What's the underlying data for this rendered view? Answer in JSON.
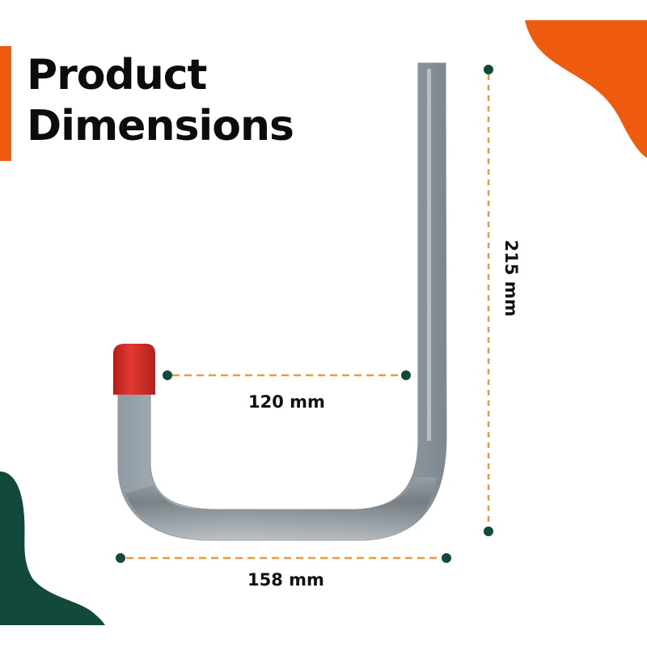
{
  "title": {
    "line1": "Product",
    "line2": "Dimensions"
  },
  "colors": {
    "accent_orange": "#ee5a0e",
    "accent_green": "#114a3c",
    "dim_line": "#ee9a3c",
    "dim_dot": "#114a3c",
    "cap_red": "#d92b26"
  },
  "product": {
    "name": "galvanised steel U wall hook with red end cap",
    "icon": "hook-image"
  },
  "dimensions": {
    "height": {
      "label": "215 mm",
      "value": 215,
      "unit": "mm"
    },
    "opening": {
      "label": "120 mm",
      "value": 120,
      "unit": "mm"
    },
    "width": {
      "label": "158 mm",
      "value": 158,
      "unit": "mm"
    }
  }
}
